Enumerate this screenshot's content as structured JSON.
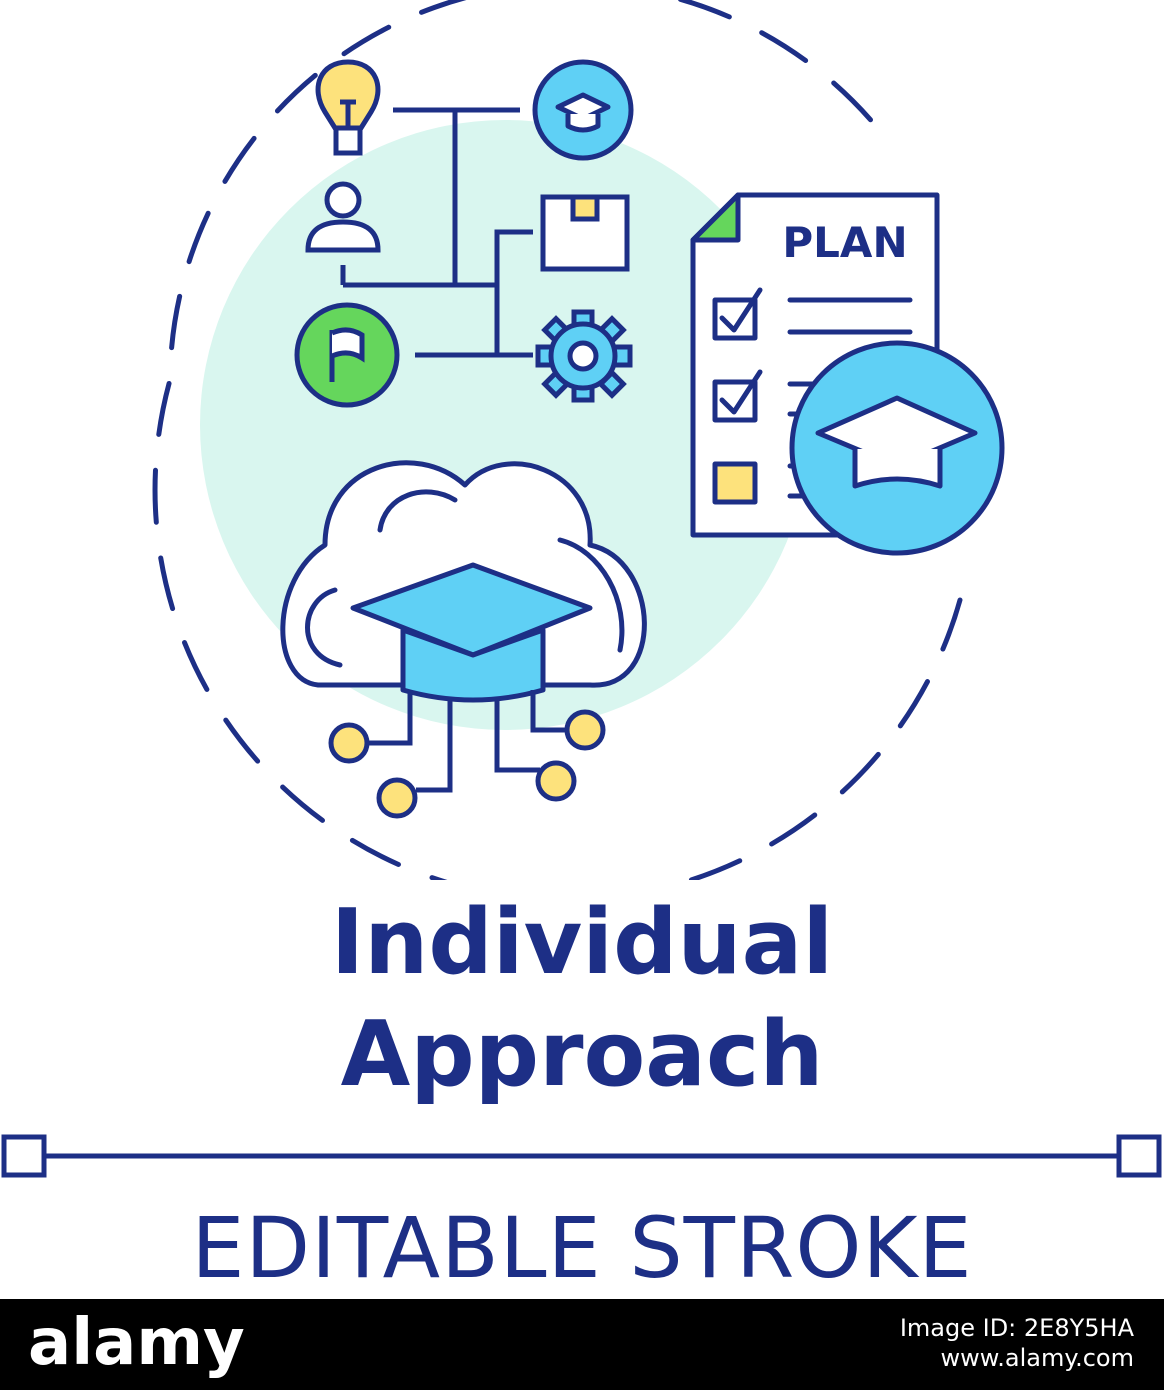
{
  "title": {
    "line1": "Individual",
    "line2": "Approach"
  },
  "plan_label": "PLAN",
  "caption": "EDITABLE STROKE",
  "footer": {
    "brand": "alamy",
    "image_id": "Image ID: 2E8Y5HA",
    "url": "www.alamy.com"
  },
  "icons": [
    "lightbulb-icon",
    "graduation-cap-icon",
    "user-icon",
    "box-icon",
    "flag-icon",
    "gear-icon",
    "plan-document-icon",
    "checkbox-icon",
    "cloud-icon",
    "circuit-node-icon"
  ],
  "colors": {
    "stroke": "#1d2f86",
    "mint": "#d9f6ef",
    "blue": "#5fd0f5",
    "green": "#65d65c",
    "yellow": "#fde27c",
    "white": "#ffffff"
  }
}
